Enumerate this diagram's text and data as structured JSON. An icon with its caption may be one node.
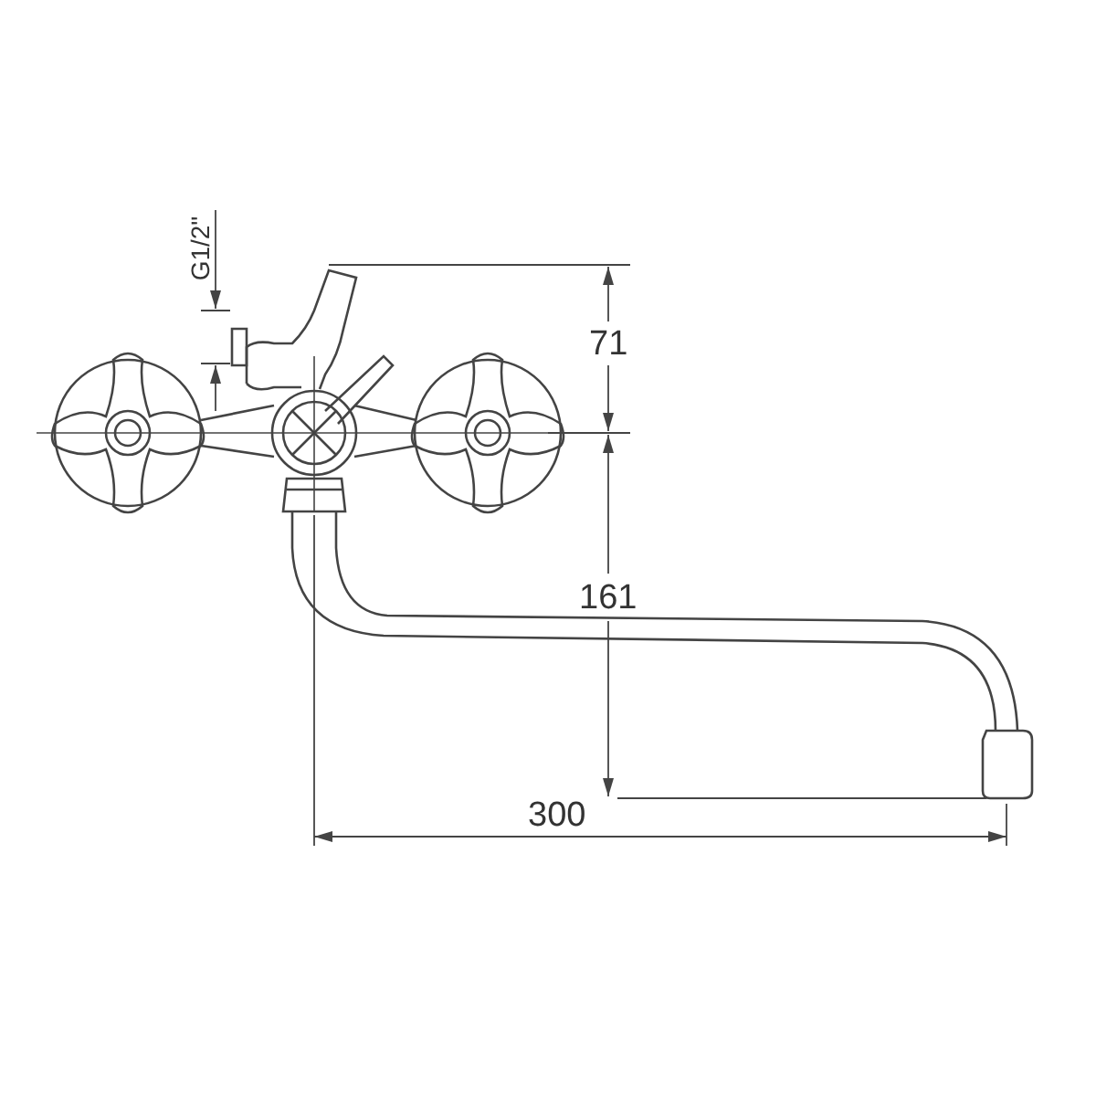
{
  "diagram": {
    "labels": [
      "G1/2\"",
      "71",
      "161",
      "300"
    ]
  }
}
